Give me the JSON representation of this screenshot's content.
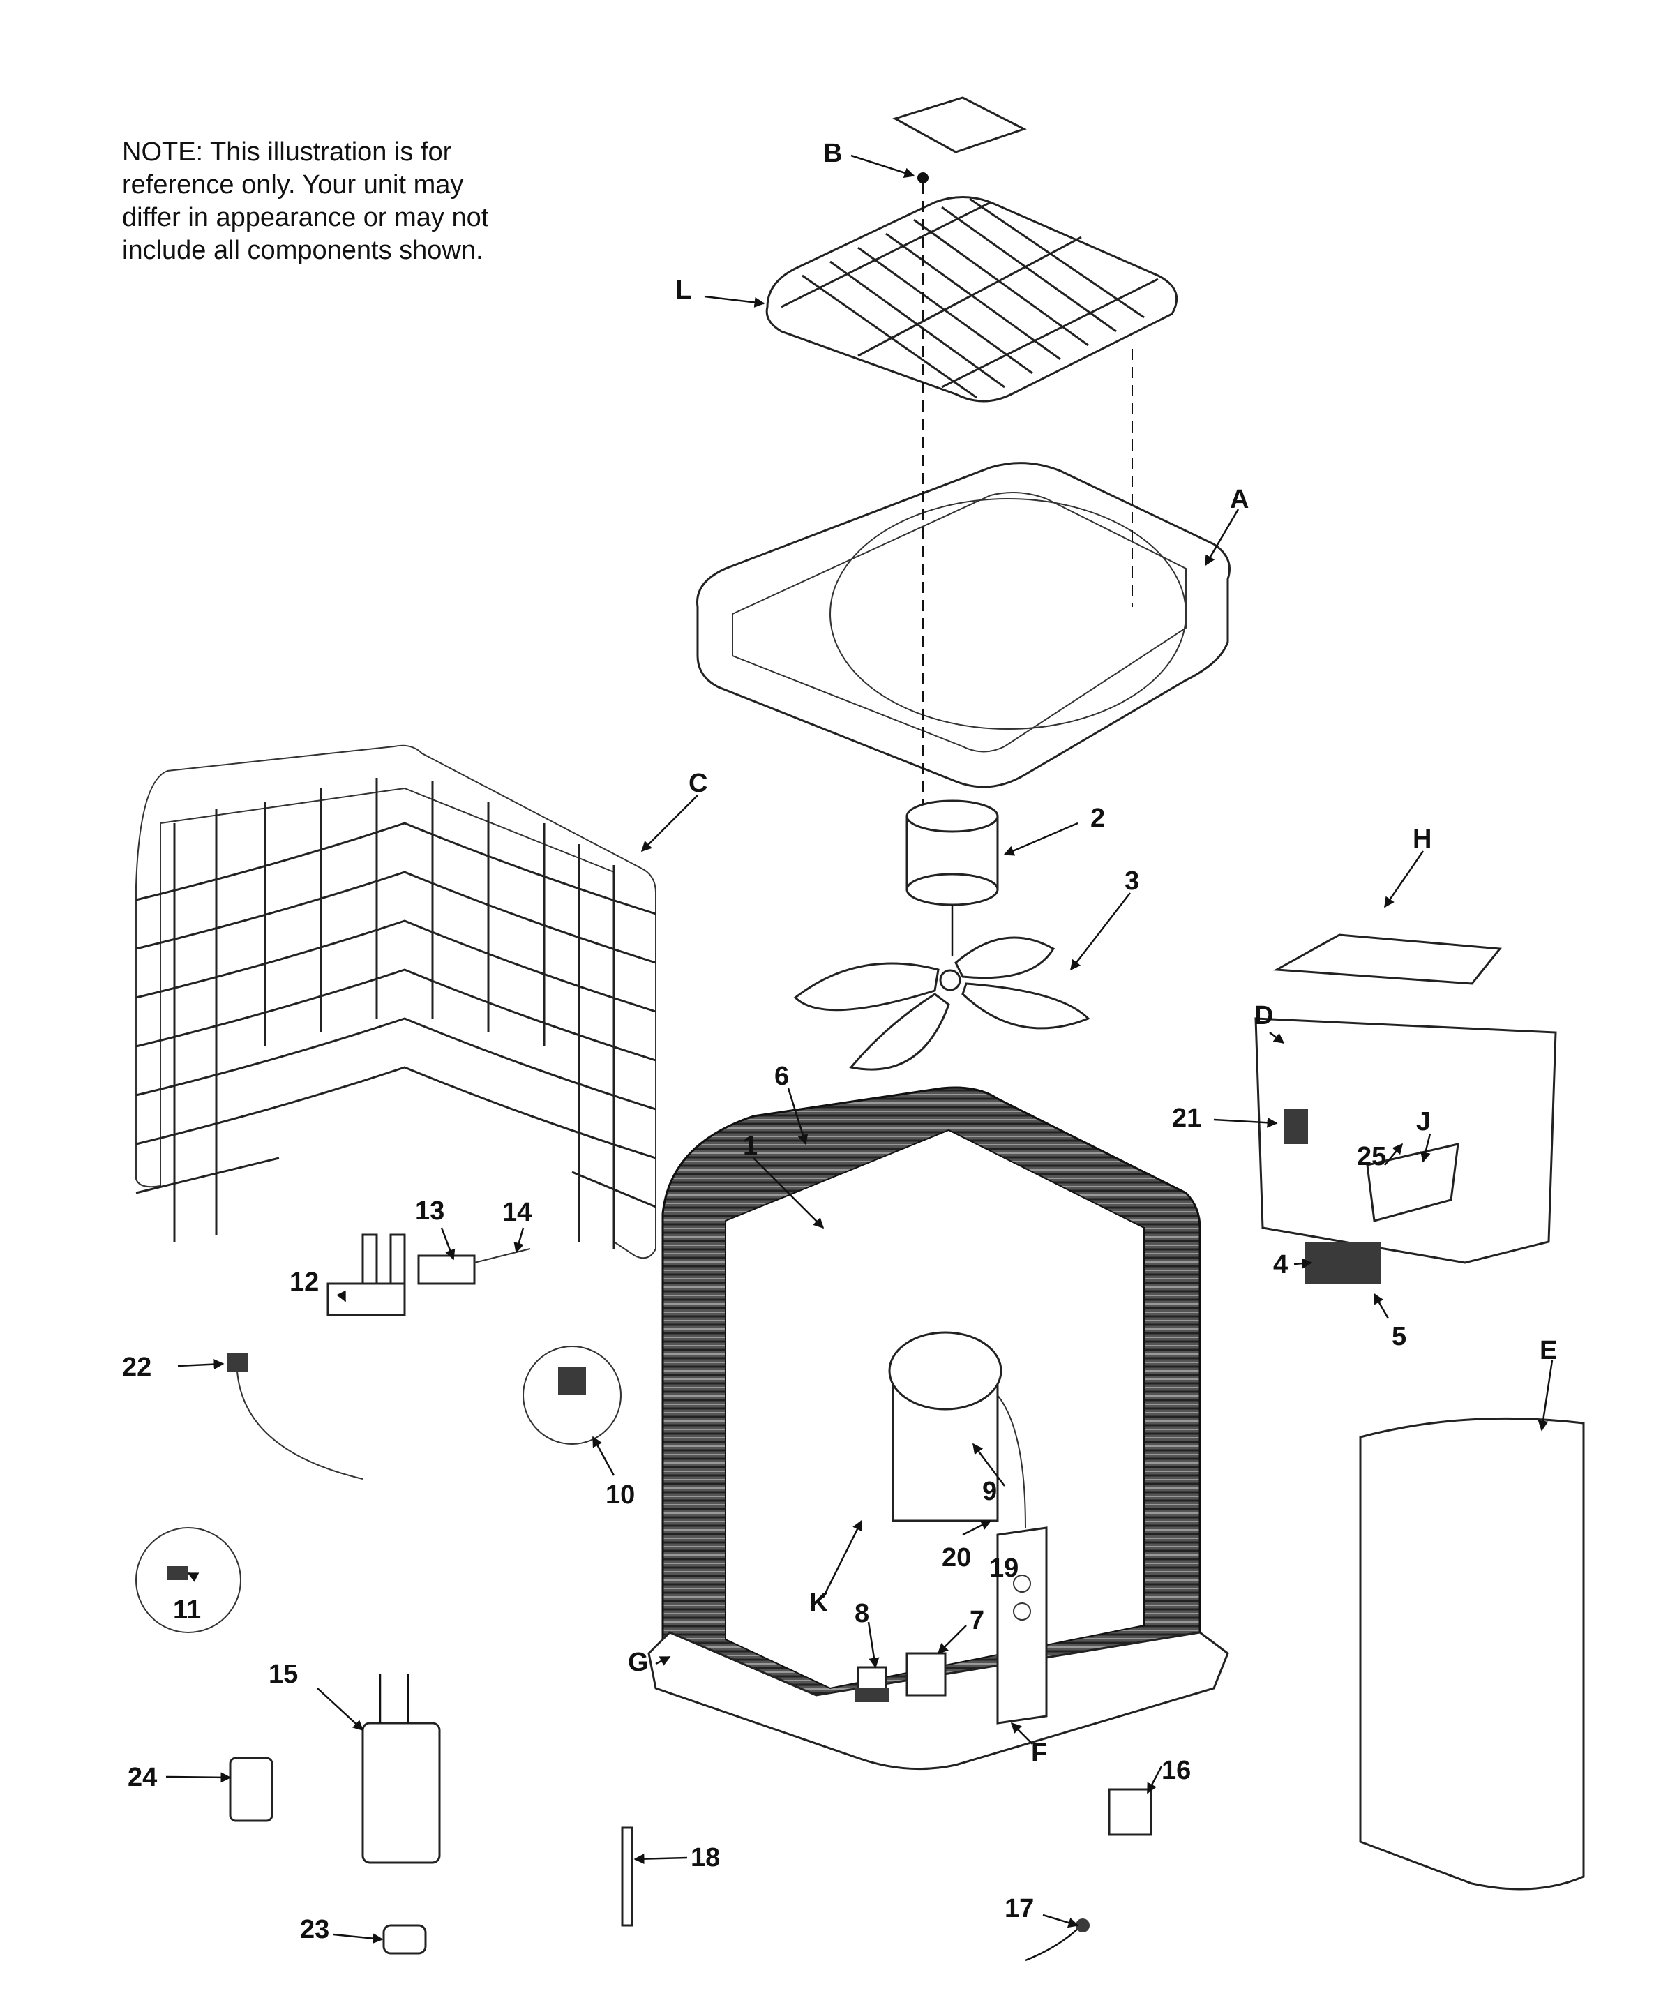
{
  "note": {
    "lines": [
      "NOTE:      This illustration is for",
      "reference only.    Your unit may",
      "differ in appearance or may not",
      "include all components shown."
    ]
  },
  "callouts": {
    "A": "A",
    "B": "B",
    "C": "C",
    "D": "D",
    "E": "E",
    "F": "F",
    "G": "G",
    "H": "H",
    "J": "J",
    "K": "K",
    "L": "L",
    "n1": "1",
    "n2": "2",
    "n3": "3",
    "n4": "4",
    "n5": "5",
    "n6": "6",
    "n7": "7",
    "n8": "8",
    "n9": "9",
    "n10": "10",
    "n11": "11",
    "n12": "12",
    "n13": "13",
    "n14": "14",
    "n15": "15",
    "n16": "16",
    "n17": "17",
    "n18": "18",
    "n19": "19",
    "n20": "20",
    "n21": "21",
    "n22": "22",
    "n23": "23",
    "n24": "24",
    "n25": "25"
  }
}
